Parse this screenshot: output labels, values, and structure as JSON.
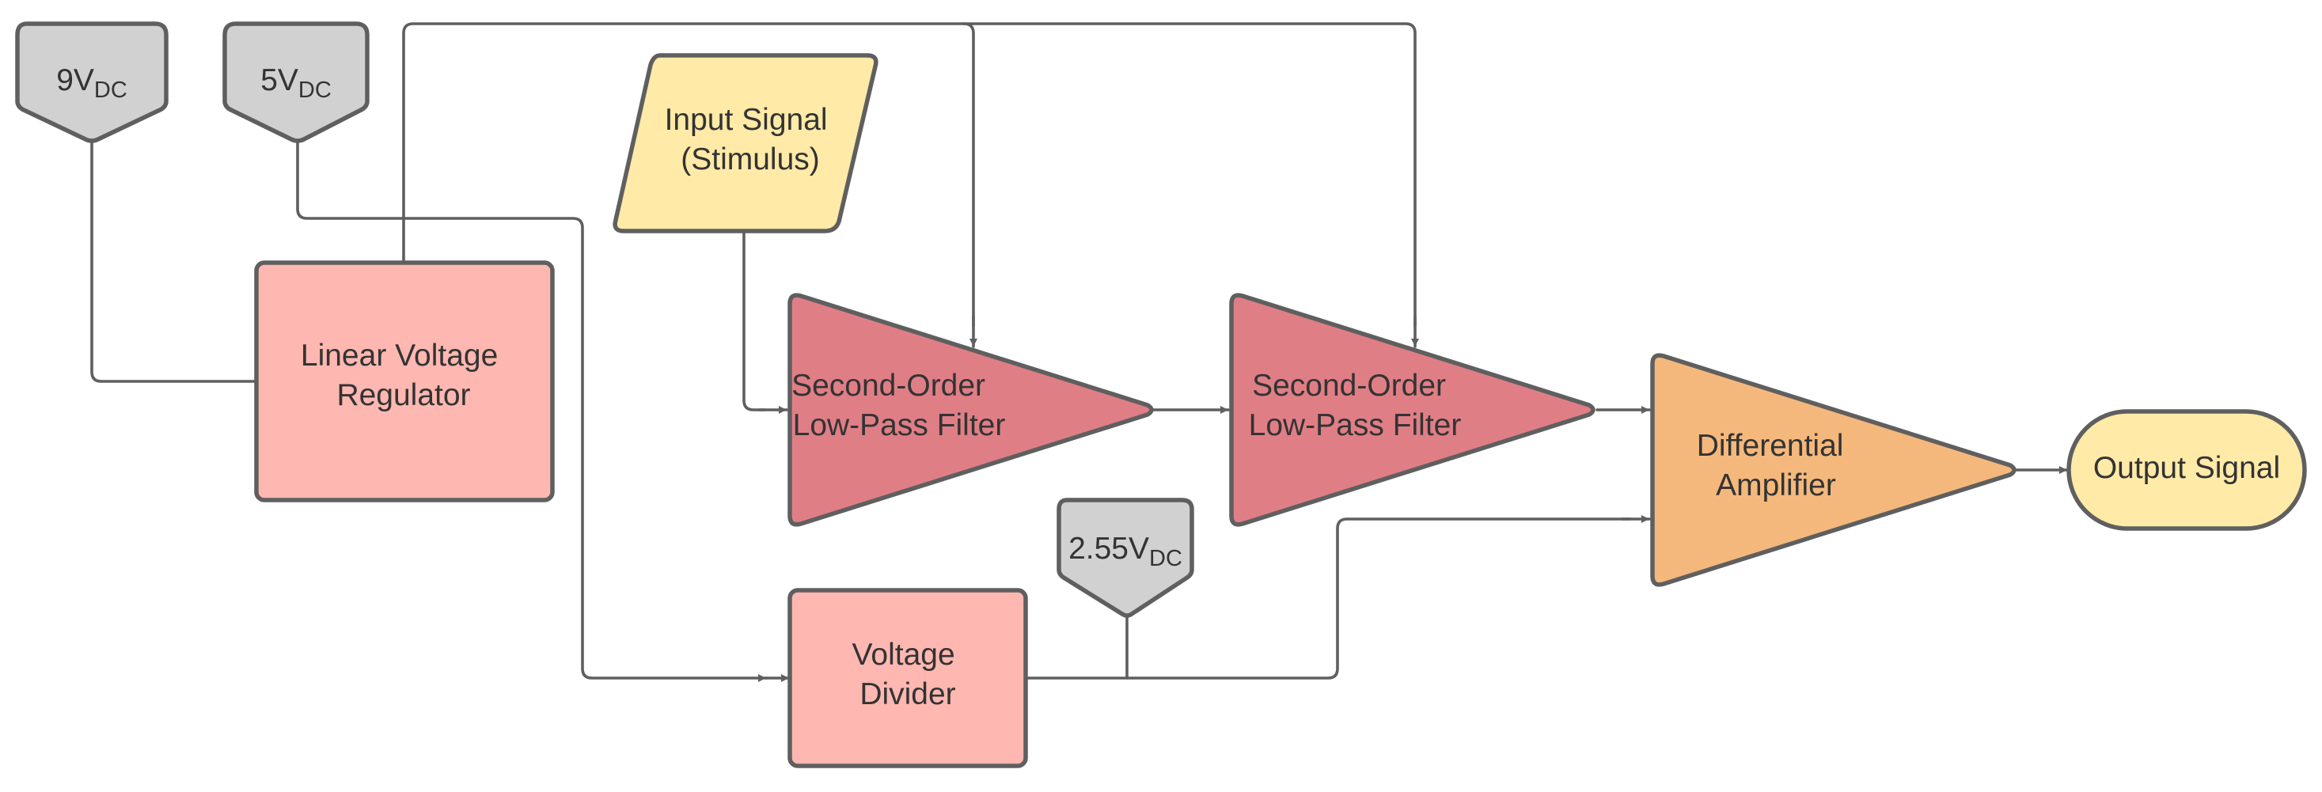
{
  "colors": {
    "line": "#5f5f5f",
    "supply": "#d1d1d1",
    "regulator": "#ffb7b1",
    "filter": "#e07e86",
    "amplifier": "#f5b87c",
    "signal": "#ffeaa7",
    "text": "#333333"
  },
  "supplies": {
    "v9": {
      "main": "9V",
      "sub": "DC"
    },
    "v5": {
      "main": "5V",
      "sub": "DC"
    },
    "v255": {
      "main": "2.55V",
      "sub": "DC"
    }
  },
  "blocks": {
    "regulator": {
      "line1": "Linear Voltage",
      "line2": "Regulator"
    },
    "input": {
      "line1": "Input Signal",
      "line2": "(Stimulus)"
    },
    "filter1": {
      "line1": "Second-Order",
      "line2": "Low-Pass Filter"
    },
    "filter2": {
      "line1": "Second-Order",
      "line2": "Low-Pass Filter"
    },
    "divider": {
      "line1": "Voltage",
      "line2": "Divider"
    },
    "amplifier": {
      "line1": "Differential",
      "line2": "Amplifier"
    },
    "output": {
      "label": "Output Signal"
    }
  }
}
